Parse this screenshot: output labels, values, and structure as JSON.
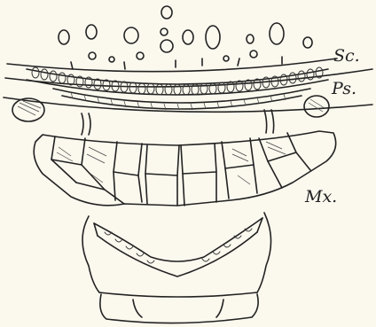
{
  "figure": {
    "labels": {
      "sc": "Sc.",
      "ps": "Ps.",
      "mx": "Mx."
    },
    "colors": {
      "paper": "#fbf8ee",
      "ink": "#222222"
    }
  }
}
